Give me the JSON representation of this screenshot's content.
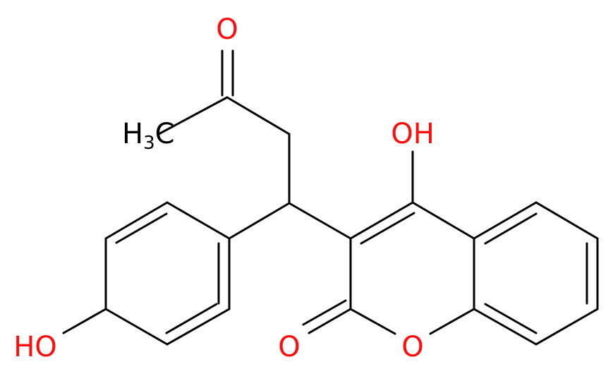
{
  "colors": {
    "carbon": "#000000",
    "oxygen": "#ff0d0d",
    "background": "#ffffff"
  },
  "labels": {
    "carbonyl_o_top": "O",
    "methyl_h": "H",
    "methyl_sub": "3",
    "methyl_c": "C",
    "enol_oh": "OH",
    "phenol_ho": "HO",
    "lactone_carbonyl_o": "O",
    "ring_o": "O"
  }
}
